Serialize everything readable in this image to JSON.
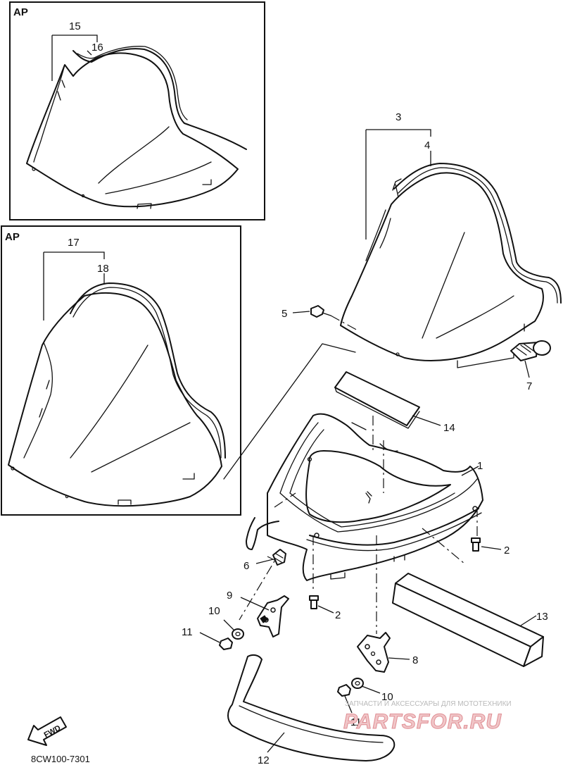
{
  "insets": [
    {
      "tag": "AP"
    },
    {
      "tag": "AP"
    }
  ],
  "callouts": {
    "c1": "1",
    "c2a": "2",
    "c2b": "2",
    "c3": "3",
    "c4": "4",
    "c5": "5",
    "c6": "6",
    "c7": "7",
    "c8": "8",
    "c9": "9",
    "c10a": "10",
    "c10b": "10",
    "c11a": "11",
    "c11b": "11",
    "c12": "12",
    "c13": "13",
    "c14": "14",
    "c15": "15",
    "c16": "16",
    "c17": "17",
    "c18": "18"
  },
  "fwd_label": "FWD",
  "diagram_code": "8CW100-7301",
  "watermark": {
    "caption": "ЗАПЧАСТИ И АКСЕССУАРЫ ДЛЯ МОТОТЕХНИКИ",
    "brand": "PARTSFOR.RU"
  },
  "colors": {
    "ink": "#111111",
    "watermark_brand": "#e08e94",
    "watermark_caption": "#b9b9b9"
  }
}
